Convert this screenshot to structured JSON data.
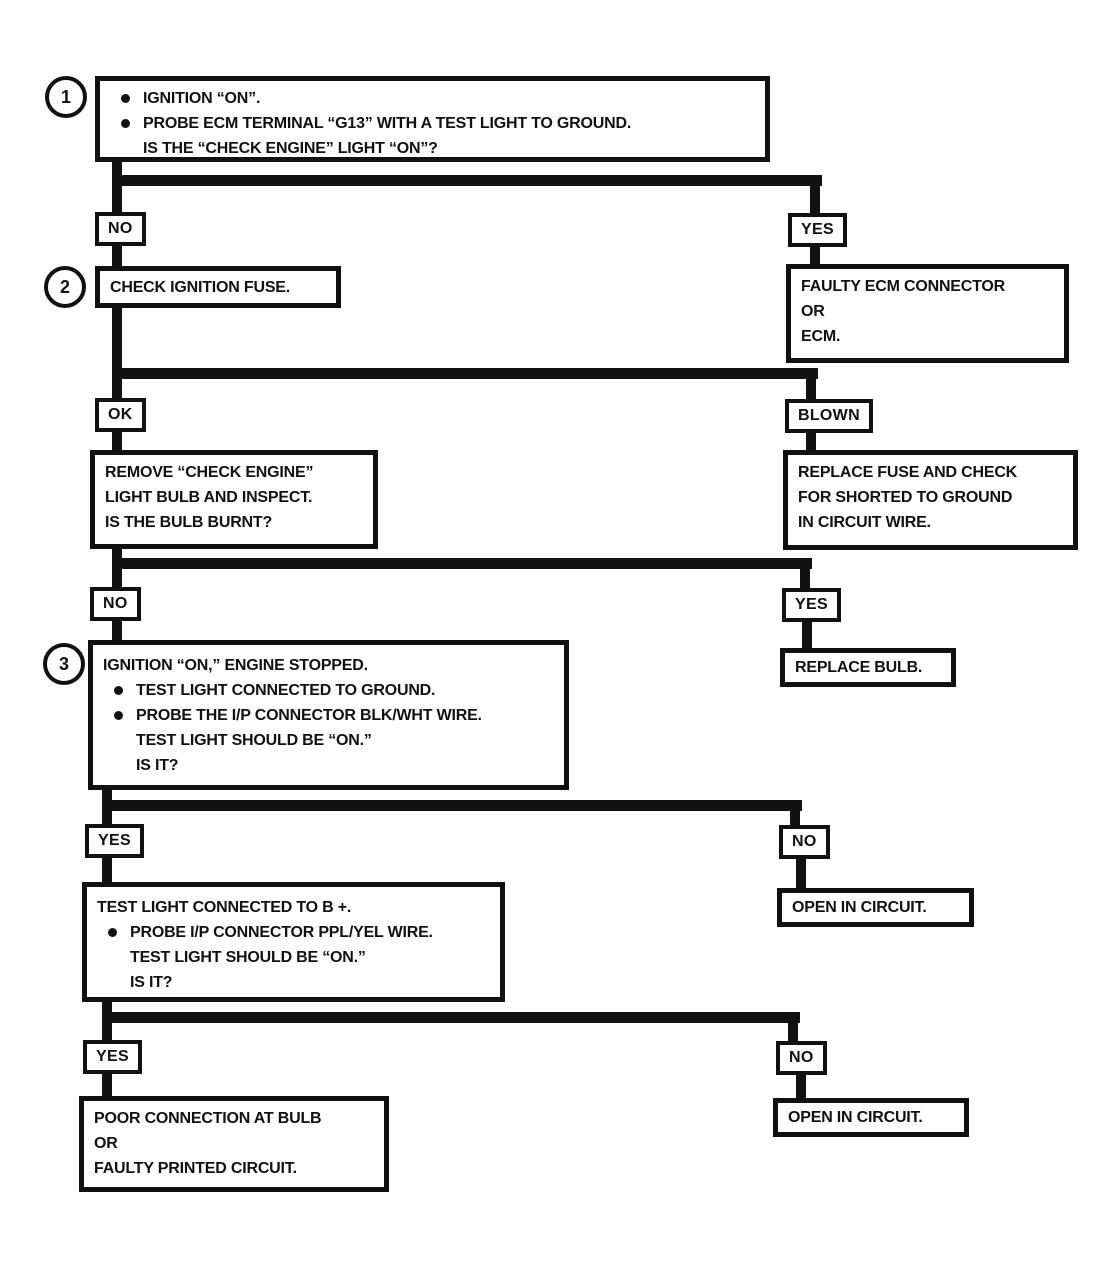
{
  "colors": {
    "ink": "#111111",
    "paper": "#ffffff"
  },
  "step1": {
    "number": "1",
    "bullet1": "IGNITION “ON”.",
    "bullet2": "PROBE ECM TERMINAL “G13” WITH A TEST LIGHT TO GROUND.",
    "question": "IS THE “CHECK ENGINE” LIGHT “ON”?"
  },
  "branch1": {
    "no": "NO",
    "yes": "YES"
  },
  "step2": {
    "number": "2",
    "label": "CHECK IGNITION FUSE."
  },
  "faulty_ecm": {
    "line1": "FAULTY ECM CONNECTOR",
    "line2": "OR",
    "line3": "ECM."
  },
  "branch2": {
    "ok": "OK",
    "blown": "BLOWN"
  },
  "check_bulb": {
    "line1": "REMOVE “CHECK ENGINE”",
    "line2": "LIGHT BULB AND INSPECT.",
    "line3": "IS THE BULB BURNT?"
  },
  "replace_fuse": {
    "line1": "REPLACE FUSE AND CHECK",
    "line2": "FOR SHORTED TO GROUND",
    "line3": "IN CIRCUIT WIRE."
  },
  "branch3": {
    "no": "NO",
    "yes": "YES"
  },
  "step3": {
    "number": "3",
    "header": "IGNITION “ON,” ENGINE STOPPED.",
    "bullet1": "TEST LIGHT CONNECTED TO GROUND.",
    "bullet2": "PROBE THE I/P CONNECTOR BLK/WHT WIRE.",
    "cont1": "TEST LIGHT SHOULD BE “ON.”",
    "cont2": "IS IT?"
  },
  "replace_bulb": {
    "label": "REPLACE BULB."
  },
  "branch4": {
    "yes": "YES",
    "no": "NO"
  },
  "test_bplus": {
    "header": "TEST LIGHT CONNECTED TO B +.",
    "bullet1": "PROBE I/P CONNECTOR PPL/YEL WIRE.",
    "cont1": "TEST LIGHT SHOULD BE “ON.”",
    "cont2": "IS IT?"
  },
  "open_circuit_top": {
    "label": "OPEN IN CIRCUIT."
  },
  "branch5": {
    "yes": "YES",
    "no": "NO"
  },
  "poor_connection": {
    "line1": "POOR CONNECTION AT BULB",
    "line2": "OR",
    "line3": "FAULTY PRINTED CIRCUIT."
  },
  "open_circuit_bottom": {
    "label": "OPEN IN CIRCUIT."
  }
}
